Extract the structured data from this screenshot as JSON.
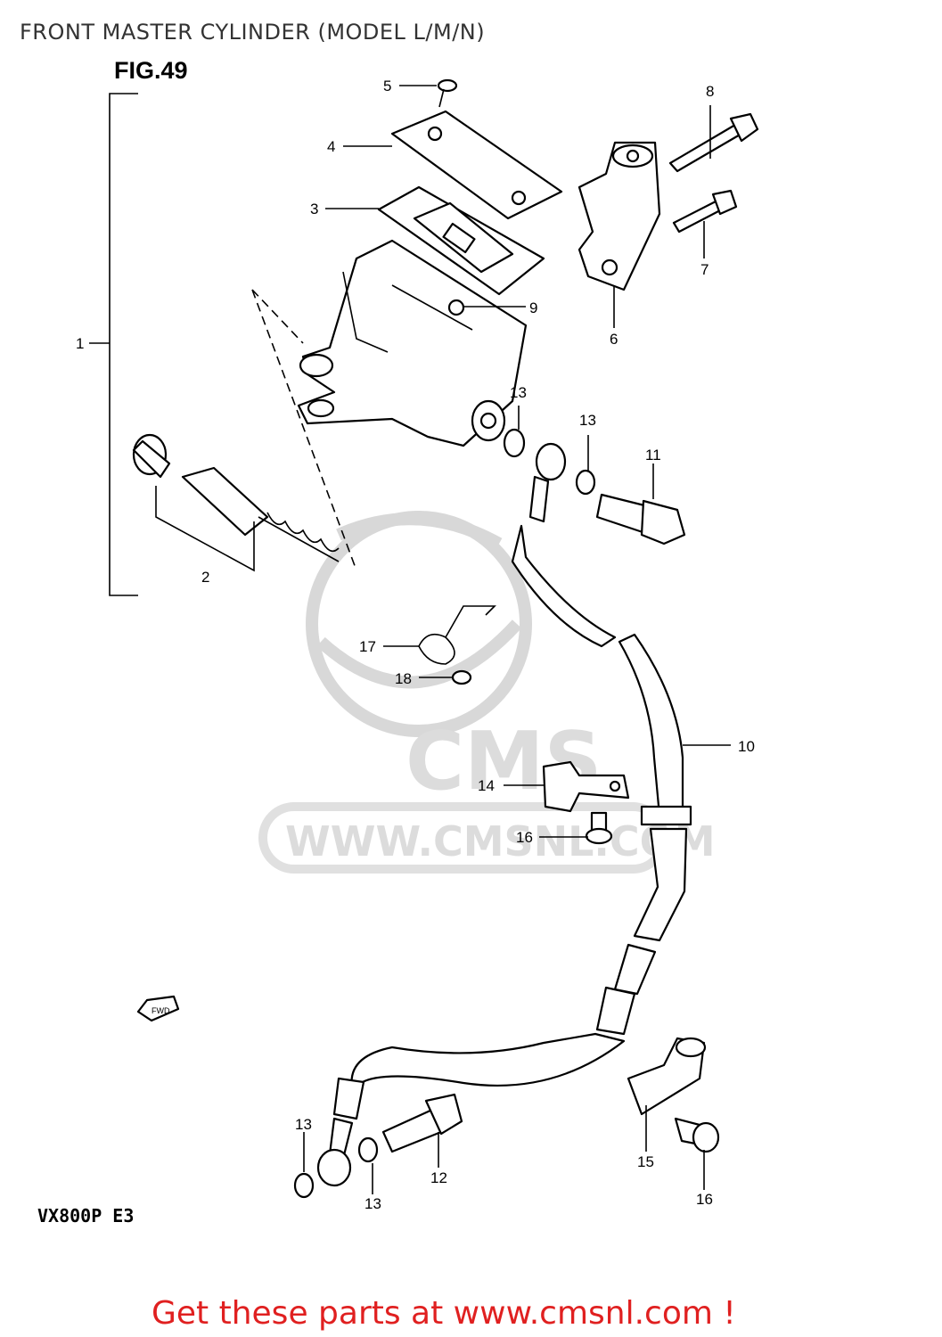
{
  "header": {
    "title": "FRONT MASTER CYLINDER (MODEL L/M/N)"
  },
  "figure": {
    "label": "FIG.49",
    "model_code": "VX800P  E3"
  },
  "watermark": {
    "logo_text": "CMS",
    "url_text": "WWW.CMSNL.COM"
  },
  "fwd_arrow": "FWD",
  "callouts": [
    "1",
    "2",
    "3",
    "4",
    "5",
    "6",
    "7",
    "8",
    "9",
    "10",
    "11",
    "12",
    "13",
    "13",
    "13",
    "13",
    "14",
    "15",
    "16",
    "16",
    "17",
    "18"
  ],
  "footer": {
    "cta": "Get these parts at www.cmsnl.com !"
  },
  "colors": {
    "cta": "#e02020",
    "title": "#333333",
    "line": "#000000",
    "watermark": "#d8d8d8"
  },
  "icons": {
    "fwd": "fwd-arrow-icon"
  }
}
